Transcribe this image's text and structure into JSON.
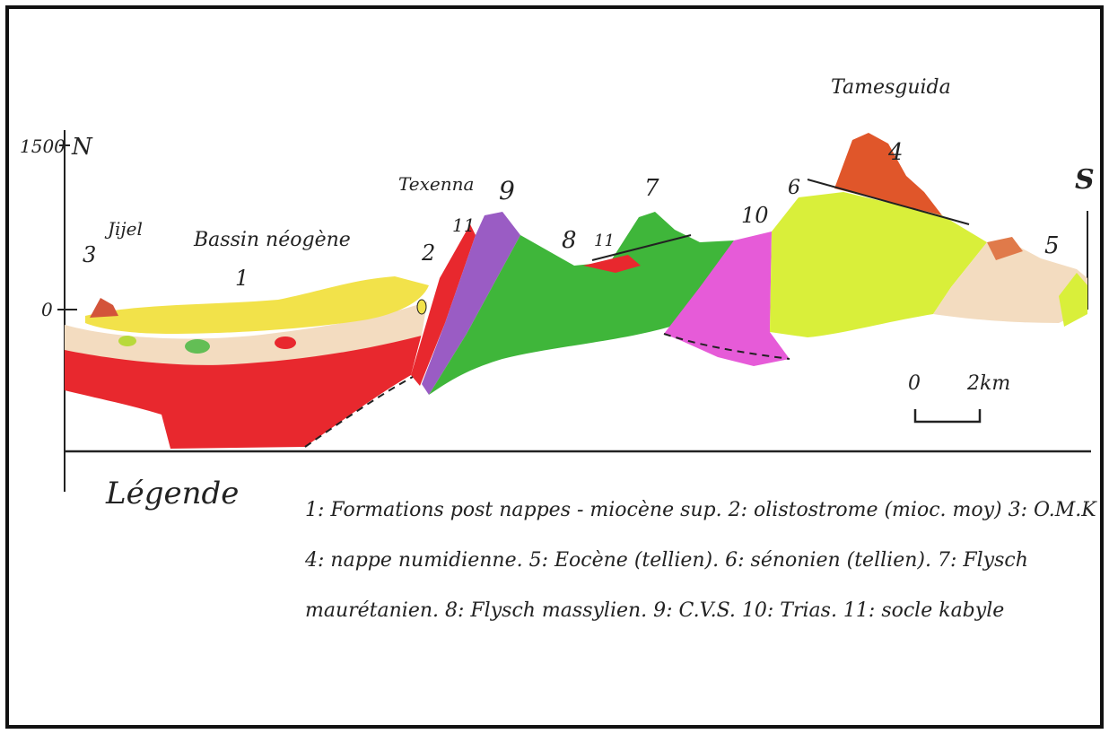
{
  "section": {
    "orientation_north": "N",
    "orientation_south": "S",
    "elevation_max": "1500",
    "elevation_zero": "0",
    "places": {
      "jijel": "Jijel",
      "bassin": "Bassin néogène",
      "texenna": "Texenna",
      "tamesguida": "Tamesguida"
    },
    "unit_numbers": [
      "1",
      "2",
      "3",
      "4",
      "5",
      "6",
      "7",
      "8",
      "9",
      "10",
      "11",
      "11"
    ],
    "scale": {
      "start": "0",
      "end": "2km"
    }
  },
  "legend": {
    "title": "Légende",
    "lines": [
      "1: Formations post nappes - miocène sup. 2: olistostrome (mioc. moy) 3: O.M.K",
      "4: nappe numidienne. 5: Eocène (tellien). 6: sénonien (tellien). 7: Flysch",
      "maurétanien. 8: Flysch massylien. 9: C.V.S. 10: Trias. 11: socle kabyle"
    ]
  },
  "colors": {
    "miocene_yellow": "#f2e24a",
    "socle_red": "#e8282e",
    "flysch_green": "#3fb63a",
    "cvs_purple": "#9a5cc4",
    "trias_pink": "#e65bd8",
    "senonien_lime": "#d9ef3a",
    "numidienne_orange": "#e0562a",
    "eocene_beige": "#f3dcc0"
  }
}
